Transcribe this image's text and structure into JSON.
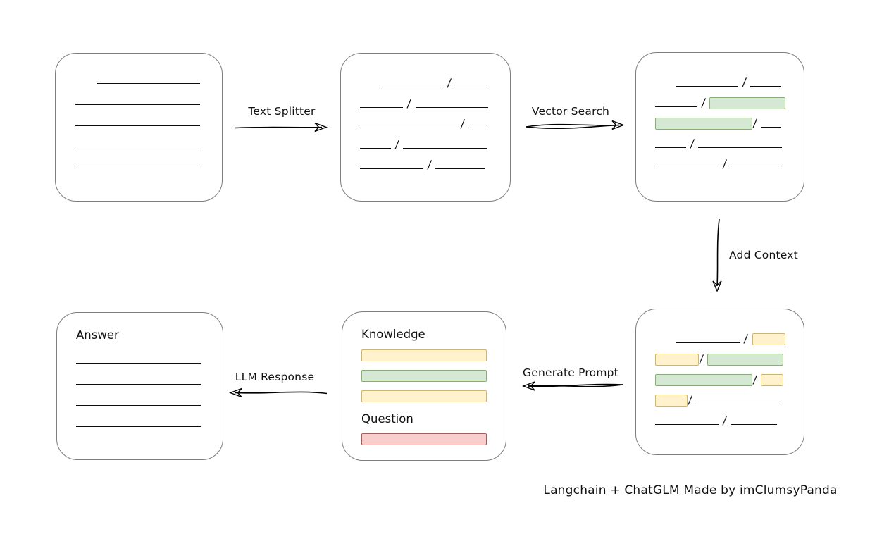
{
  "canvas": {
    "caption": "Langchain + ChatGLM Made by imClumsyPanda"
  },
  "palette": {
    "green_fill": "#d5e8d4",
    "green_border": "#82b366",
    "yellow_fill": "#fff2cc",
    "yellow_border": "#d6b656",
    "red_fill": "#f8cecc",
    "red_border": "#b85450",
    "box_border": "#7d7d7d",
    "line_color": "#0e0e0e"
  },
  "arrows": {
    "text_splitter": {
      "label": "Text Splitter",
      "direction": "right"
    },
    "vector_search": {
      "label": "Vector Search",
      "direction": "right"
    },
    "add_context": {
      "label": "Add Context",
      "direction": "down"
    },
    "generate_prompt": {
      "label": "Generate Prompt",
      "direction": "left"
    },
    "llm_response": {
      "label": "LLM Response",
      "direction": "left"
    }
  },
  "boxes": {
    "source_document": {
      "rows": [
        [
          {
            "kind": "indent",
            "w": 32
          },
          {
            "kind": "line",
            "w": 148
          }
        ],
        [
          {
            "kind": "line",
            "w": 180
          }
        ],
        [
          {
            "kind": "line",
            "w": 180
          }
        ],
        [
          {
            "kind": "line",
            "w": 180
          }
        ],
        [
          {
            "kind": "line",
            "w": 180
          }
        ]
      ]
    },
    "split_chunks": {
      "rows": [
        [
          {
            "kind": "indent",
            "w": 30
          },
          {
            "kind": "line",
            "w": 88
          },
          {
            "kind": "slash"
          },
          {
            "kind": "line",
            "w": 44
          }
        ],
        [
          {
            "kind": "line",
            "w": 62
          },
          {
            "kind": "slash"
          },
          {
            "kind": "line",
            "w": 104
          }
        ],
        [
          {
            "kind": "line",
            "w": 140
          },
          {
            "kind": "slash"
          },
          {
            "kind": "line",
            "w": 28
          }
        ],
        [
          {
            "kind": "line",
            "w": 44
          },
          {
            "kind": "slash"
          },
          {
            "kind": "line",
            "w": 120
          }
        ],
        [
          {
            "kind": "line",
            "w": 90
          },
          {
            "kind": "slash"
          },
          {
            "kind": "line",
            "w": 70
          }
        ]
      ]
    },
    "vector_matches": {
      "rows": [
        [
          {
            "kind": "indent",
            "w": 30
          },
          {
            "kind": "line",
            "w": 88
          },
          {
            "kind": "slash"
          },
          {
            "kind": "line",
            "w": 44
          }
        ],
        [
          {
            "kind": "line",
            "w": 60
          },
          {
            "kind": "slash"
          },
          {
            "kind": "chip",
            "color": "green",
            "w": 108
          }
        ],
        [
          {
            "kind": "chip",
            "color": "green",
            "w": 138
          },
          {
            "kind": "slash"
          },
          {
            "kind": "line",
            "w": 28
          }
        ],
        [
          {
            "kind": "line",
            "w": 44
          },
          {
            "kind": "slash"
          },
          {
            "kind": "line",
            "w": 120
          }
        ],
        [
          {
            "kind": "line",
            "w": 90
          },
          {
            "kind": "slash"
          },
          {
            "kind": "line",
            "w": 70
          }
        ]
      ]
    },
    "context_chunks": {
      "rows": [
        [
          {
            "kind": "indent",
            "w": 30
          },
          {
            "kind": "line",
            "w": 92
          },
          {
            "kind": "slash"
          },
          {
            "kind": "chip",
            "color": "yellow",
            "w": 48
          }
        ],
        [
          {
            "kind": "chip",
            "color": "yellow",
            "w": 62
          },
          {
            "kind": "slash"
          },
          {
            "kind": "chip",
            "color": "green",
            "w": 108
          }
        ],
        [
          {
            "kind": "chip",
            "color": "green",
            "w": 138
          },
          {
            "kind": "slash"
          },
          {
            "kind": "chip",
            "color": "yellow",
            "w": 32
          }
        ],
        [
          {
            "kind": "chip",
            "color": "yellow",
            "w": 46
          },
          {
            "kind": "slash"
          },
          {
            "kind": "line",
            "w": 118
          }
        ],
        [
          {
            "kind": "line",
            "w": 90
          },
          {
            "kind": "slash"
          },
          {
            "kind": "line",
            "w": 66
          }
        ]
      ]
    },
    "prompt": {
      "knowledge_label": "Knowledge",
      "question_label": "Question",
      "knowledge_rows": [
        [
          {
            "kind": "chip",
            "color": "yellow",
            "w": 178
          }
        ],
        [
          {
            "kind": "chip",
            "color": "green",
            "w": 178
          }
        ],
        [
          {
            "kind": "chip",
            "color": "yellow",
            "w": 178
          }
        ]
      ],
      "question_rows": [
        [
          {
            "kind": "chip",
            "color": "red",
            "w": 178
          }
        ]
      ]
    },
    "answer": {
      "label": "Answer",
      "rows": [
        [
          {
            "kind": "line",
            "w": 178
          }
        ],
        [
          {
            "kind": "line",
            "w": 178
          }
        ],
        [
          {
            "kind": "line",
            "w": 178
          }
        ],
        [
          {
            "kind": "line",
            "w": 178
          }
        ]
      ]
    }
  }
}
